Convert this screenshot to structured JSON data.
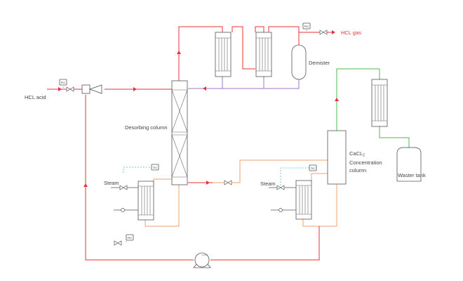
{
  "labels": {
    "hcl_acid": "HCL acid",
    "hcl_gas": "HCL gas",
    "demister": "Demister",
    "desorbing_column": "Desorbing column",
    "cacl2_line1": "CaCL",
    "cacl2_sub": "2",
    "cacl2_line2": "Concentration",
    "cacl2_line3": "column",
    "waster_tank": "Waster tank",
    "steam_left": "Steam",
    "steam_right": "Steam"
  },
  "instrument_tags": {
    "feed": "FIC",
    "gas": "PIC",
    "return": "FIC",
    "reboiler_left": "TIC",
    "reboiler_right": "TIC"
  },
  "colors": {
    "red_line": "#e8313a",
    "orange_line": "#f2a36b",
    "purple_line": "#9a79c9",
    "green_line": "#4cb84c",
    "teal_signal": "#5fb6c7"
  }
}
